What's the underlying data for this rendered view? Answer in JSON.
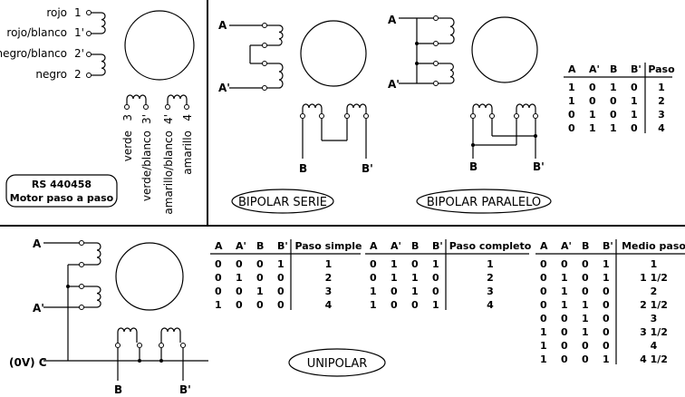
{
  "motor": {
    "leads": [
      {
        "label": "rojo",
        "num": "1"
      },
      {
        "label": "rojo/blanco",
        "num": "1'"
      },
      {
        "label": "negro/blanco",
        "num": "2'"
      },
      {
        "label": "negro",
        "num": "2"
      }
    ],
    "bottom_leads": [
      {
        "label": "verde",
        "num": "3"
      },
      {
        "label": "verde/blanco",
        "num": "3'"
      },
      {
        "label": "amarillo/blanco",
        "num": "4'"
      },
      {
        "label": "amarillo",
        "num": "4"
      }
    ],
    "model": "RS 440458",
    "desc": "Motor paso a paso"
  },
  "bipolar_serie": {
    "title": "BIPOLAR SERIE",
    "terminals": {
      "a": "A",
      "a2": "A'",
      "b": "B",
      "b2": "B'"
    }
  },
  "bipolar_paralelo": {
    "title": "BIPOLAR PARALELO",
    "terminals": {
      "a": "A",
      "a2": "A'",
      "b": "B",
      "b2": "B'"
    }
  },
  "bipolar_table": {
    "headers": [
      "A",
      "A'",
      "B",
      "B'",
      "Paso"
    ],
    "rows": [
      [
        "1",
        "0",
        "1",
        "0",
        "1"
      ],
      [
        "1",
        "0",
        "0",
        "1",
        "2"
      ],
      [
        "0",
        "1",
        "0",
        "1",
        "3"
      ],
      [
        "0",
        "1",
        "1",
        "0",
        "4"
      ]
    ]
  },
  "unipolar": {
    "title": "UNIPOLAR",
    "terminals": {
      "a": "A",
      "a2": "A'",
      "c": "(0V) C",
      "b": "B",
      "b2": "B'"
    }
  },
  "paso_simple": {
    "headers": [
      "A",
      "A'",
      "B",
      "B'",
      "Paso simple"
    ],
    "rows": [
      [
        "0",
        "0",
        "0",
        "1",
        "1"
      ],
      [
        "0",
        "1",
        "0",
        "0",
        "2"
      ],
      [
        "0",
        "0",
        "1",
        "0",
        "3"
      ],
      [
        "1",
        "0",
        "0",
        "0",
        "4"
      ]
    ]
  },
  "paso_completo": {
    "headers": [
      "A",
      "A'",
      "B",
      "B'",
      "Paso completo"
    ],
    "rows": [
      [
        "0",
        "1",
        "0",
        "1",
        "1"
      ],
      [
        "0",
        "1",
        "1",
        "0",
        "2"
      ],
      [
        "1",
        "0",
        "1",
        "0",
        "3"
      ],
      [
        "1",
        "0",
        "0",
        "1",
        "4"
      ]
    ]
  },
  "medio_paso": {
    "headers": [
      "A",
      "A'",
      "B",
      "B'",
      "Medio paso"
    ],
    "rows": [
      [
        "0",
        "0",
        "0",
        "1",
        "1"
      ],
      [
        "0",
        "1",
        "0",
        "1",
        "1 1/2"
      ],
      [
        "0",
        "1",
        "0",
        "0",
        "2"
      ],
      [
        "0",
        "1",
        "1",
        "0",
        "2 1/2"
      ],
      [
        "0",
        "0",
        "1",
        "0",
        "3"
      ],
      [
        "1",
        "0",
        "1",
        "0",
        "3 1/2"
      ],
      [
        "1",
        "0",
        "0",
        "0",
        "4"
      ],
      [
        "1",
        "0",
        "0",
        "1",
        "4 1/2"
      ]
    ]
  }
}
